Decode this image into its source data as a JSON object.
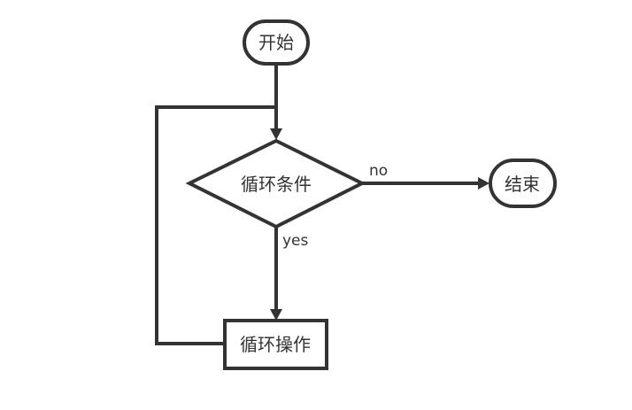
{
  "flowchart": {
    "nodes": {
      "start": {
        "label": "开始",
        "shape": "terminal"
      },
      "condition": {
        "label": "循环条件",
        "shape": "decision"
      },
      "operation": {
        "label": "循环操作",
        "shape": "process"
      },
      "end": {
        "label": "结束",
        "shape": "terminal"
      }
    },
    "edges": {
      "start_to_condition": {
        "from": "start",
        "to": "condition",
        "label": ""
      },
      "condition_yes": {
        "from": "condition",
        "to": "operation",
        "label": "yes"
      },
      "condition_no": {
        "from": "condition",
        "to": "end",
        "label": "no"
      },
      "loop_back": {
        "from": "operation",
        "to": "condition",
        "label": ""
      }
    }
  },
  "colors": {
    "stroke": "#333333",
    "fill": "#ffffff",
    "text": "#333333"
  }
}
